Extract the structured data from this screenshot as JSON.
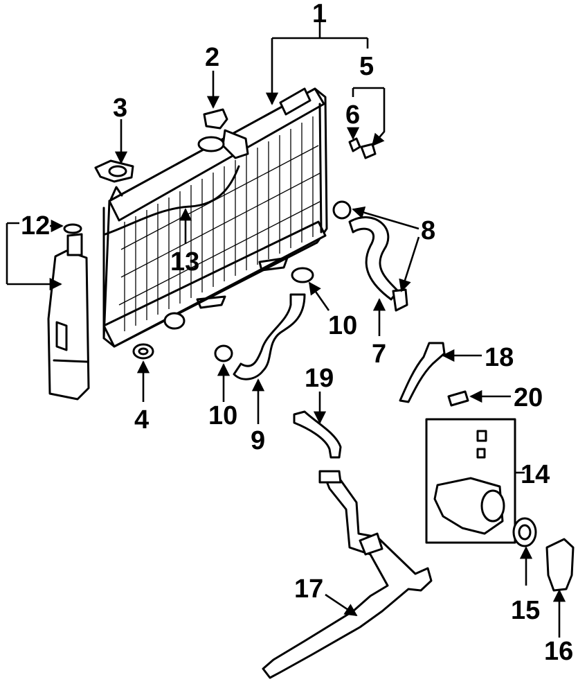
{
  "diagram": {
    "callouts": [
      {
        "id": "c1",
        "label": "1"
      },
      {
        "id": "c2",
        "label": "2"
      },
      {
        "id": "c3",
        "label": "3"
      },
      {
        "id": "c4",
        "label": "4"
      },
      {
        "id": "c5",
        "label": "5"
      },
      {
        "id": "c6",
        "label": "6"
      },
      {
        "id": "c7",
        "label": "7"
      },
      {
        "id": "c8",
        "label": "8"
      },
      {
        "id": "c9",
        "label": "9"
      },
      {
        "id": "c10a",
        "label": "10"
      },
      {
        "id": "c10b",
        "label": "10"
      },
      {
        "id": "c12",
        "label": "12"
      },
      {
        "id": "c13",
        "label": "13"
      },
      {
        "id": "c14",
        "label": "14"
      },
      {
        "id": "c15",
        "label": "15"
      },
      {
        "id": "c16",
        "label": "16"
      },
      {
        "id": "c17",
        "label": "17"
      },
      {
        "id": "c18",
        "label": "18"
      },
      {
        "id": "c19",
        "label": "19"
      },
      {
        "id": "c20",
        "label": "20"
      }
    ],
    "colors": {
      "line": "#000000",
      "background": "#ffffff"
    }
  }
}
